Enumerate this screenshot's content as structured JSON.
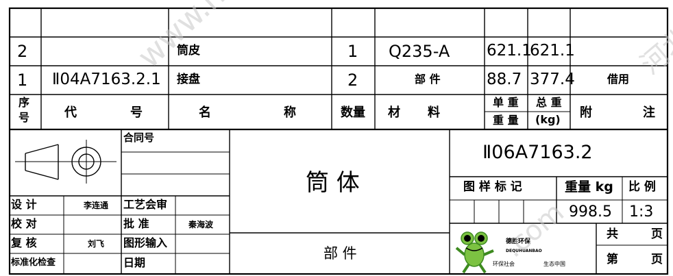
{
  "parts_list": {
    "blank_row": {},
    "rows": [
      {
        "seq": "2",
        "code": "",
        "name": "筒皮",
        "qty": "1",
        "material": "Q235-A",
        "unit_weight": "621.1",
        "total_weight": "621.1",
        "remark": ""
      },
      {
        "seq": "1",
        "code": "Ⅱ04A7163.2.1",
        "name": "接盘",
        "qty": "2",
        "material": "部 件",
        "unit_weight": "88.7",
        "total_weight": "377.4",
        "remark": "借用"
      }
    ],
    "headers": {
      "seq_1": "序",
      "seq_2": "号",
      "code_1": "代",
      "code_2": "号",
      "name_1": "名",
      "name_2": "称",
      "qty": "数量",
      "material_1": "材",
      "material_2": "料",
      "unit_weight_1": "单 重",
      "unit_weight_2": "重 量",
      "total_weight_1": "总 重",
      "total_weight_2": "(kg)",
      "remark_1": "附",
      "remark_2": "注"
    }
  },
  "title_block": {
    "contract_no_label": "合同号",
    "contract_no_value": "",
    "design_label": "设 计",
    "designer": "李连通",
    "process_review_label": "工艺会审",
    "check_label": "校 对",
    "approve_label": "批 准",
    "approver": "秦海波",
    "review_label": "复 核",
    "reviewer": "刘飞",
    "graphic_input_label": "图形输入",
    "standard_check_label": "标准化检查",
    "date_label": "日期",
    "drawing_title": "筒 体",
    "drawing_type": "部 件",
    "drawing_no": "Ⅱ06A7163.2",
    "mark_label": "图 样 标 记",
    "weight_label": "重量 kg",
    "scale_label": "比 例",
    "weight_value": "998.5",
    "scale_value": "1:3",
    "total_sheets_label_1": "共",
    "total_sheets_label_2": "页",
    "sheet_no_label_1": "第",
    "sheet_no_label_2": "页"
  },
  "logo": {
    "name_cn": "德胜环保",
    "name_en": "DEQUHUANBAO",
    "slogan_1": "环保社会",
    "slogan_2": "生态中国"
  },
  "watermark": {
    "url": "www.hebei",
    "cn": "河北",
    "com": ".com"
  },
  "colors": {
    "ink": "#000000",
    "frog": "#7cc242",
    "frog_dark": "#3d8a1f",
    "watermark": "#c8c8c8"
  }
}
